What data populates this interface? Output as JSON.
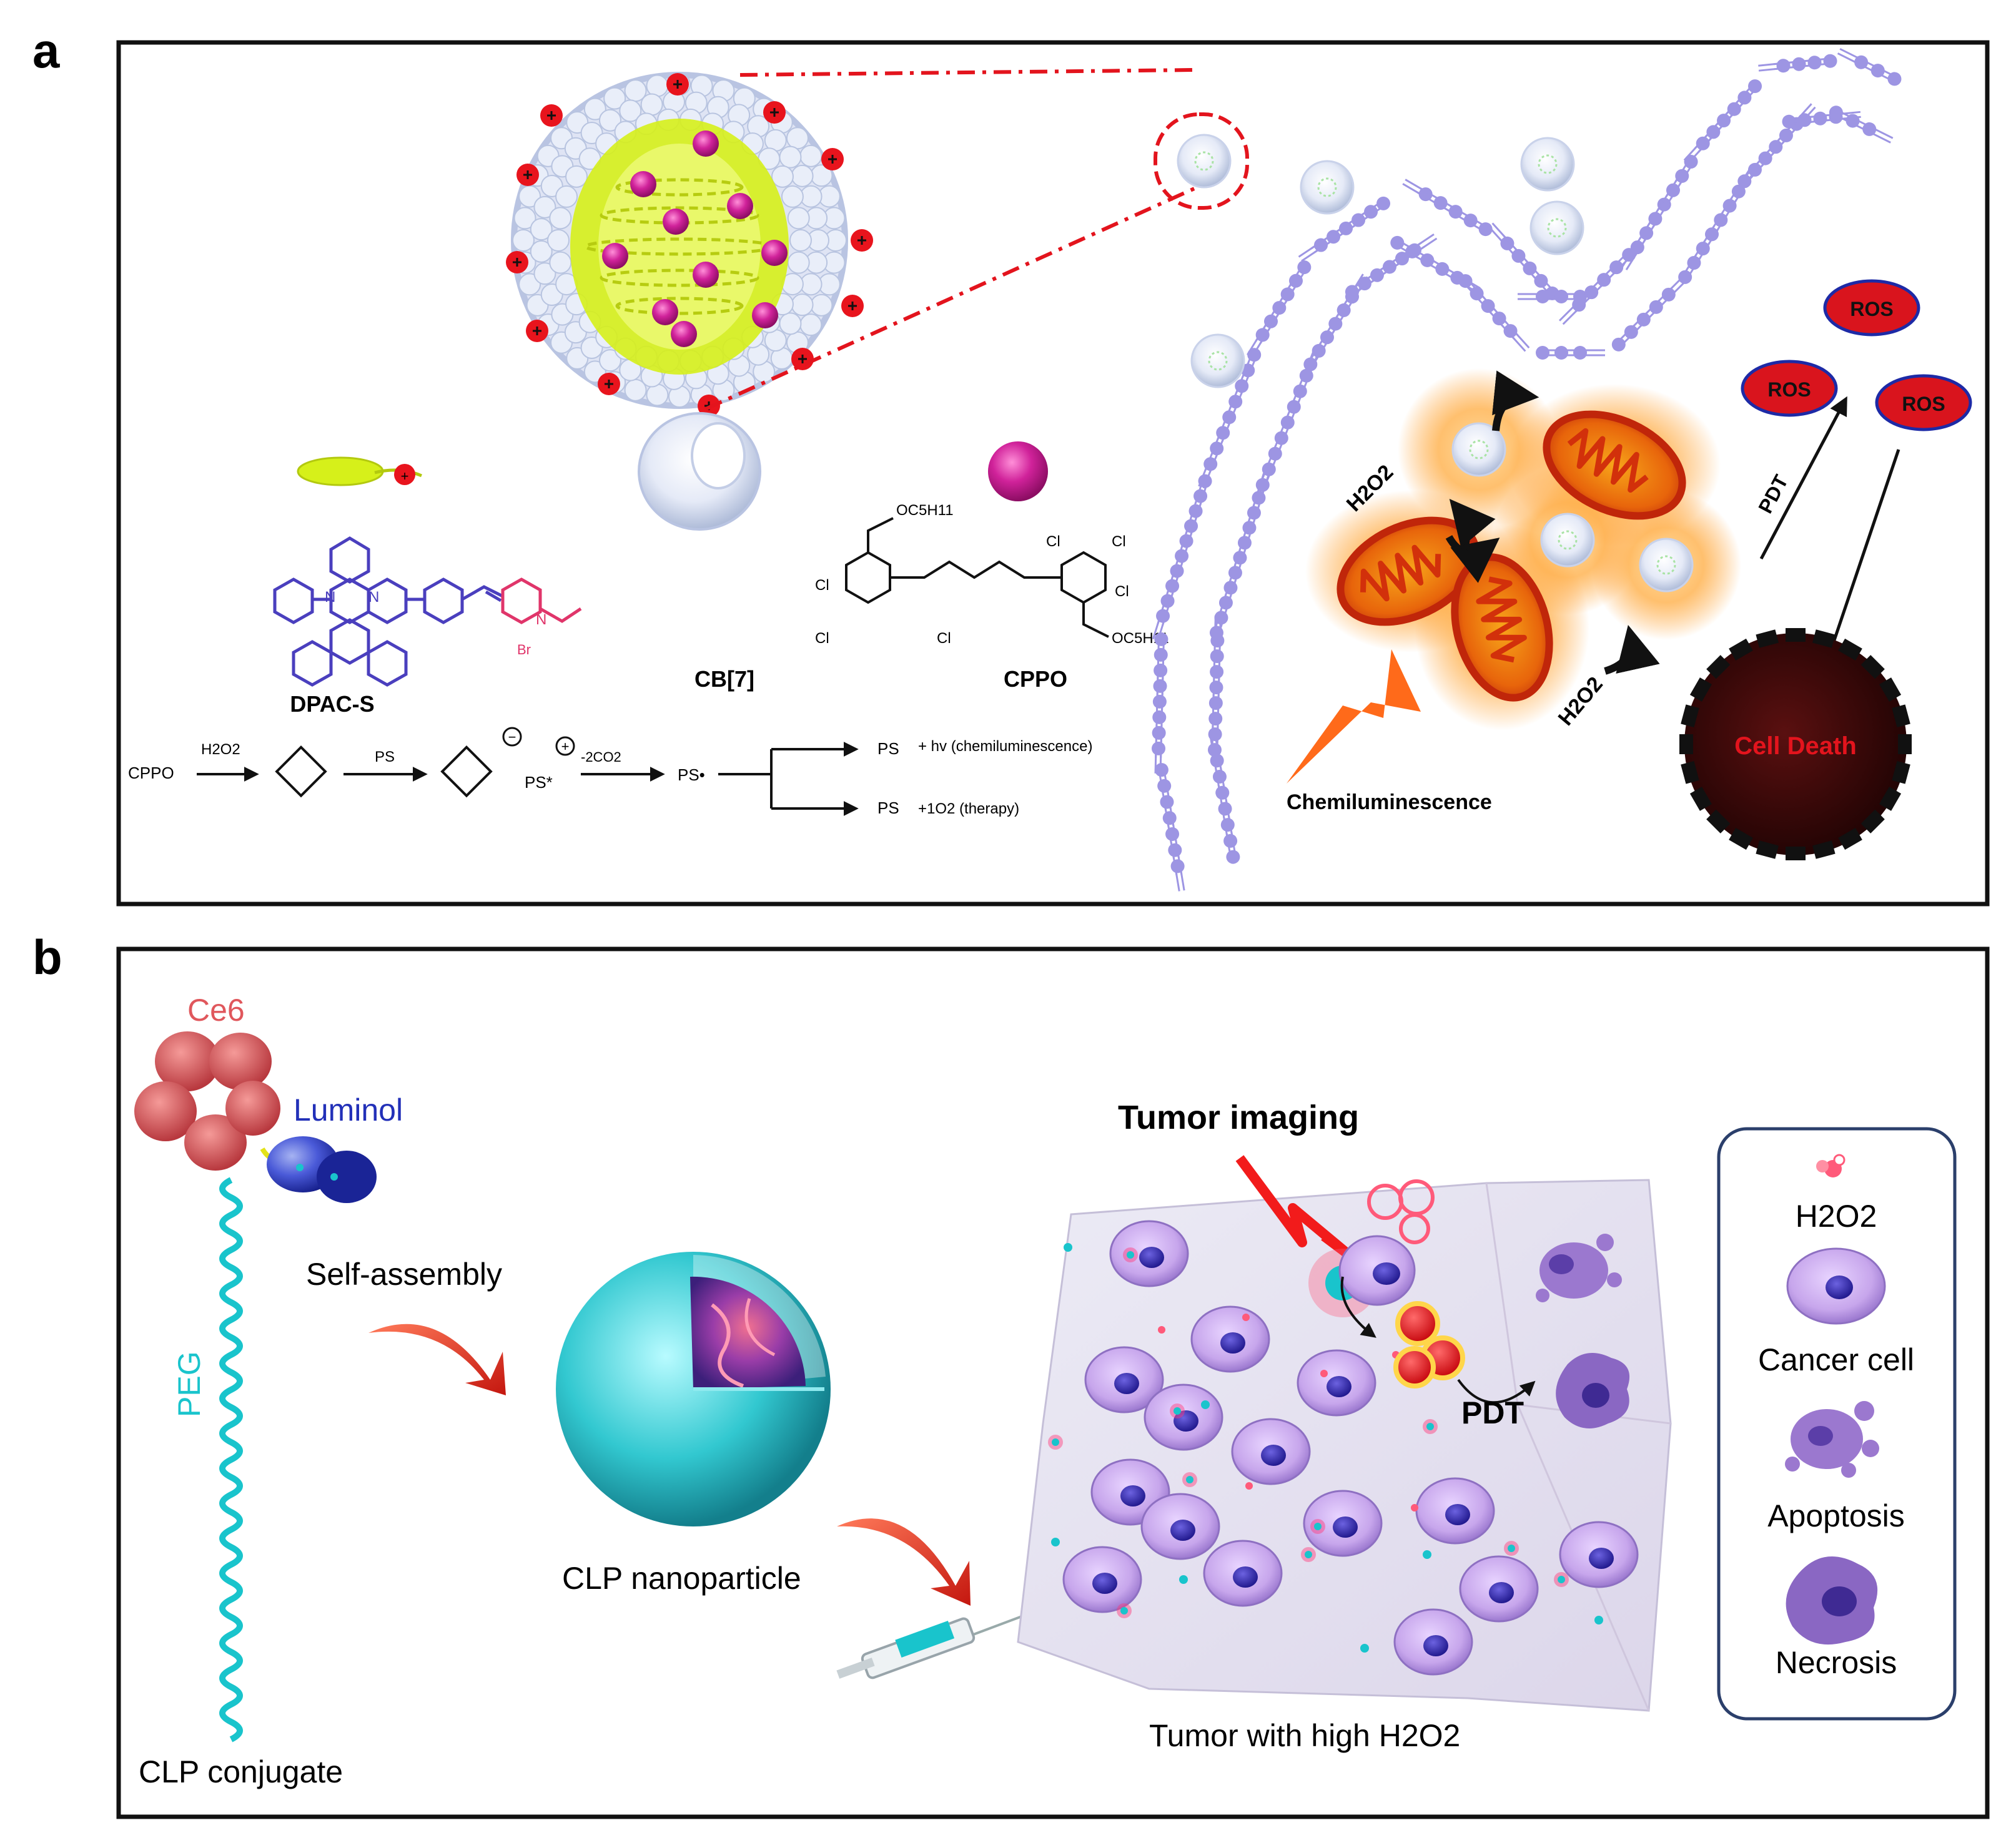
{
  "panel_a": {
    "letter": "a",
    "molecules": {
      "dpac": "DPAC-S",
      "cb7": "CB[7]",
      "cppo": "CPPO",
      "br": "Br",
      "cppo_sub_top": "OC5H11",
      "cppo_sub_bottom": "OC5H11",
      "cl": "Cl",
      "n": "N"
    },
    "reaction": {
      "start": "CPPO",
      "oxidant": "H2O2",
      "ps": "PS",
      "minus_co2": "-2CO2",
      "ps_excited": "PS*",
      "ps_dot": "PS•",
      "out1_prefix": "PS",
      "out1_rest": "+ hv  (chemiluminescence)",
      "out2_prefix": "PS",
      "out2_rest": "+1O2  (therapy)"
    },
    "cell": {
      "h2o2_a": "H2O2",
      "h2o2_b": "H2O2",
      "chemiluminescence": "Chemiluminescence",
      "pdt": "PDT",
      "ros": [
        "ROS",
        "ROS",
        "ROS"
      ],
      "cell_death": "Cell Death"
    },
    "colors": {
      "cation": "#e8141d",
      "dpac": "#4a3fbe",
      "pyridinium": "#e0356a",
      "membrane": "#9d95e3",
      "ros": "#d9141d",
      "mito": "#e26a0e"
    }
  },
  "panel_b": {
    "letter": "b",
    "ce6": "Ce6",
    "luminol": "Luminol",
    "peg": "PEG",
    "clp_conjugate": "CLP conjugate",
    "self_assembly": "Self-assembly",
    "clp_nanoparticle": "CLP nanoparticle",
    "tumor_imaging": "Tumor imaging",
    "pdt": "PDT",
    "tumor_caption": "Tumor with high H2O2",
    "legend": [
      {
        "label": "H2O2",
        "icon": "h2o2-molecule-icon"
      },
      {
        "label": "Cancer cell",
        "icon": "cancer-cell-icon"
      },
      {
        "label": "Apoptosis",
        "icon": "apoptosis-icon"
      },
      {
        "label": "Necrosis",
        "icon": "necrosis-icon"
      }
    ],
    "colors": {
      "ce6": "#e0575c",
      "luminol": "#2230b8",
      "peg": "#19c4cc",
      "cell": "#c7a6ec",
      "nucleus": "#3a2fb0"
    }
  }
}
